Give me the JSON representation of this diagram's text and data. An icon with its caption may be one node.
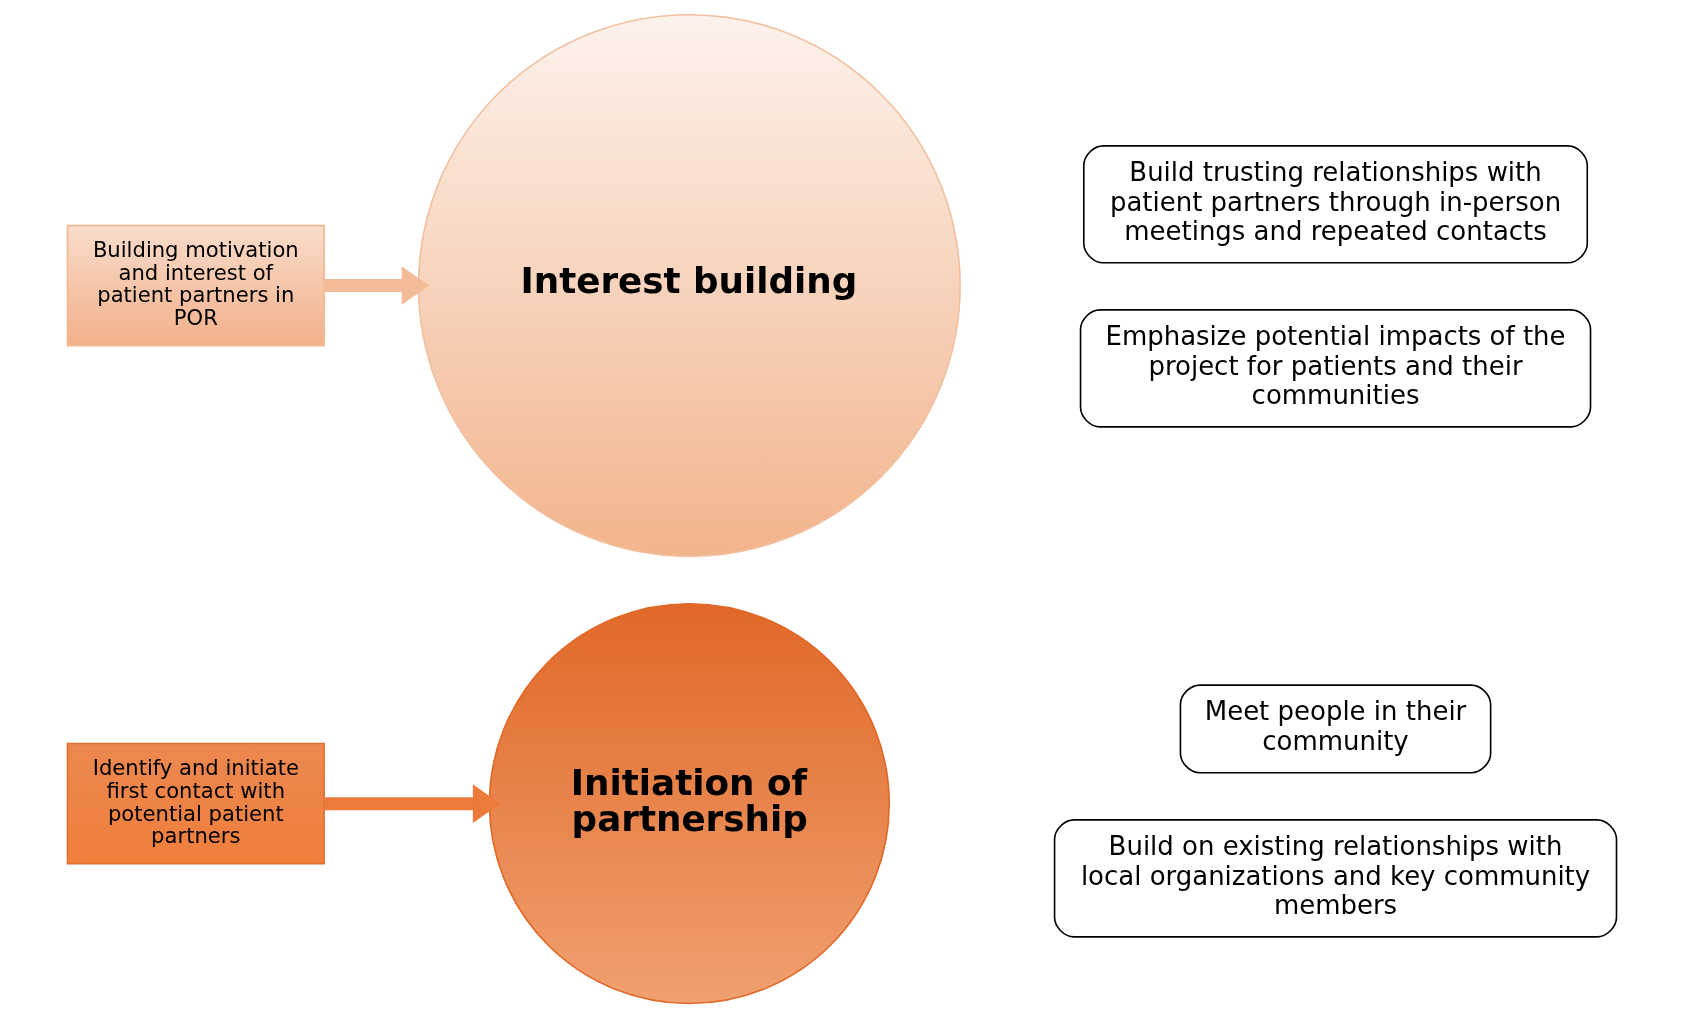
{
  "diagram": {
    "nodes": [
      {
        "text": [
          "Initiation of partnership"
        ]
      },
      {
        "text": [
          "Meet people in their community"
        ]
      },
      {
        "text": [
          "Build on existing relationships with local organizations and key community members"
        ]
      },
      {
        "text": [
          "Identify and initiate first contact with potential patient partners"
        ]
      },
      {
        "text": [
          "Interest building"
        ]
      },
      {
        "text": [
          "Building motivation and interest of patient partners in POR"
        ]
      },
      {
        "text": [
          "Build trusting relationships with patient partners through in-person meetings and repeated contacts"
        ]
      },
      {
        "text": [
          "Emphasize potential impacts of the project for patients and their communities"
        ]
      }
    ],
    "edges": [
      {
        "from": 3,
        "to": 0,
        "arrow": "to",
        "color": "#ec7a3a"
      },
      {
        "from": 5,
        "to": 4,
        "arrow": "to",
        "color": "#f3bb98"
      }
    ]
  }
}
